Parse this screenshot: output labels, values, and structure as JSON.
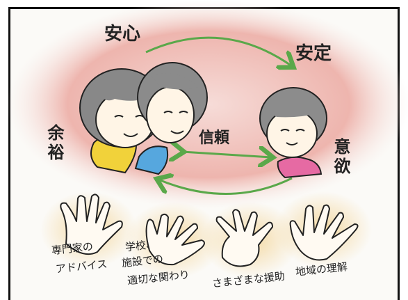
{
  "labels": {
    "anshin": "安心",
    "antei": "安定",
    "yoyu": "余裕",
    "iyoku": "意欲",
    "shinrai": "信頼"
  },
  "supports": {
    "expert_line1": "専門家の",
    "expert_line2": "アドバイス",
    "school_line1": "学校、",
    "school_line2": "施設での",
    "school_line3": "適切な関わり",
    "various": "さまざまな援助",
    "community": "地域の理解"
  },
  "colors": {
    "halo": "#e7a09b",
    "arrow": "#5aa84a",
    "adult1_collar": "#f1d23a",
    "adult2_collar": "#56a7de",
    "child_collar": "#e66aa3",
    "hand_glow": "#f4d9a3"
  }
}
